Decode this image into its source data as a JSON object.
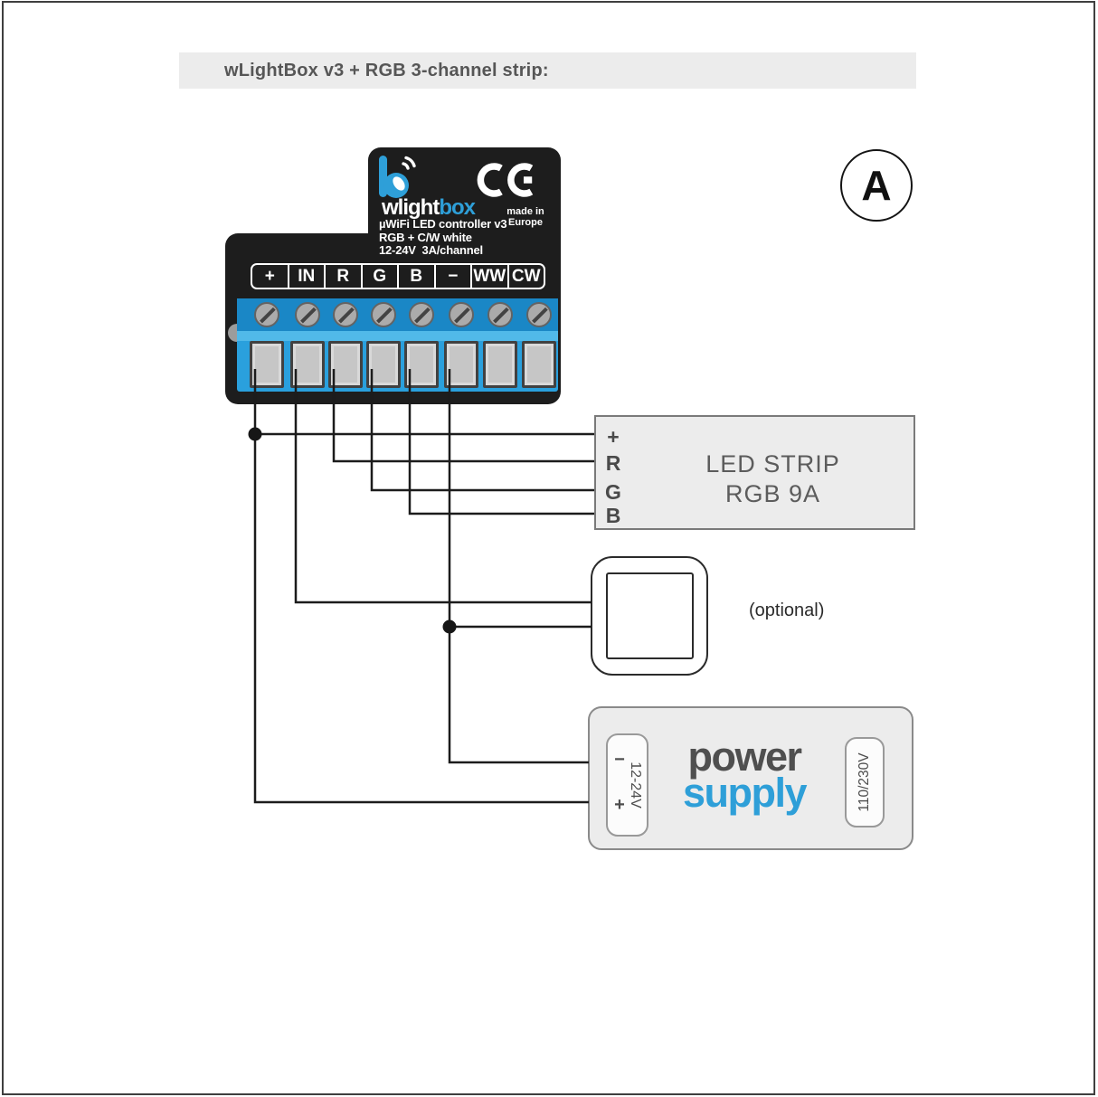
{
  "title_bar": {
    "text": "wLightBox v3 + RGB 3-channel strip:"
  },
  "badge": {
    "letter": "A"
  },
  "device": {
    "wordmark": {
      "white": "wlight",
      "blue": "box"
    },
    "spec_lines": "µWiFi LED controller v3\nRGB + C/W white\n12-24V  3A/channel",
    "made_in_line1": "made in",
    "made_in_line2": "Europe",
    "terminals": [
      "+",
      "IN",
      "R",
      "G",
      "B",
      "−",
      "WW",
      "CW"
    ]
  },
  "led_strip": {
    "line1": "LED STRIP",
    "line2": "RGB 9A",
    "inputs": [
      "+",
      "R",
      "G",
      "B"
    ]
  },
  "switch_note": "(optional)",
  "power_supply": {
    "brand_line1": "power",
    "brand_line2": "supply",
    "minus": "−",
    "plus": "+",
    "dc_voltage": "12-24V",
    "ac_voltage": "110/230V"
  },
  "colors": {
    "accent_blue": "#2E9FD8",
    "device_black": "#1d1d1d",
    "panel_gray": "#ececec",
    "wire": "#1c1c1c"
  }
}
